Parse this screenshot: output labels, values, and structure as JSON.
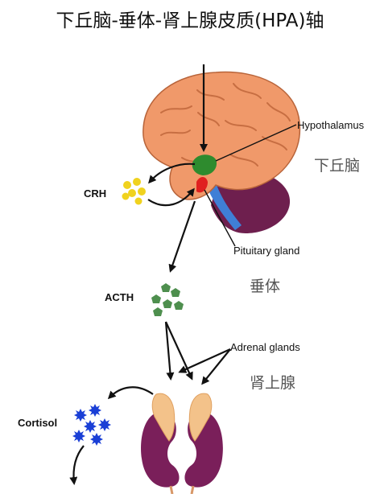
{
  "title": "下丘脑-垂体-肾上腺皮质(HPA)轴",
  "labels": {
    "hypothalamus": "Hypothalamus",
    "hypothalamus_zh": "下丘脑",
    "crh": "CRH",
    "pituitary": "Pituitary gland",
    "pituitary_zh": "垂体",
    "acth": "ACTH",
    "adrenal": "Adrenal glands",
    "adrenal_zh": "肾上腺",
    "cortisol": "Cortisol"
  },
  "colors": {
    "brain": "#F0996A",
    "brain_outline": "#B8643A",
    "cerebellum": "#6E1F4E",
    "brainstem": "#3F7FD6",
    "hypothalamus": "#2E8B2E",
    "pituitary": "#E02020",
    "crh_dots": "#F0D21E",
    "acth_dots": "#4E8F4E",
    "cortisol_stars": "#1A3FD6",
    "kidney": "#7A1F5A",
    "adrenal_cap": "#F3C28A"
  }
}
